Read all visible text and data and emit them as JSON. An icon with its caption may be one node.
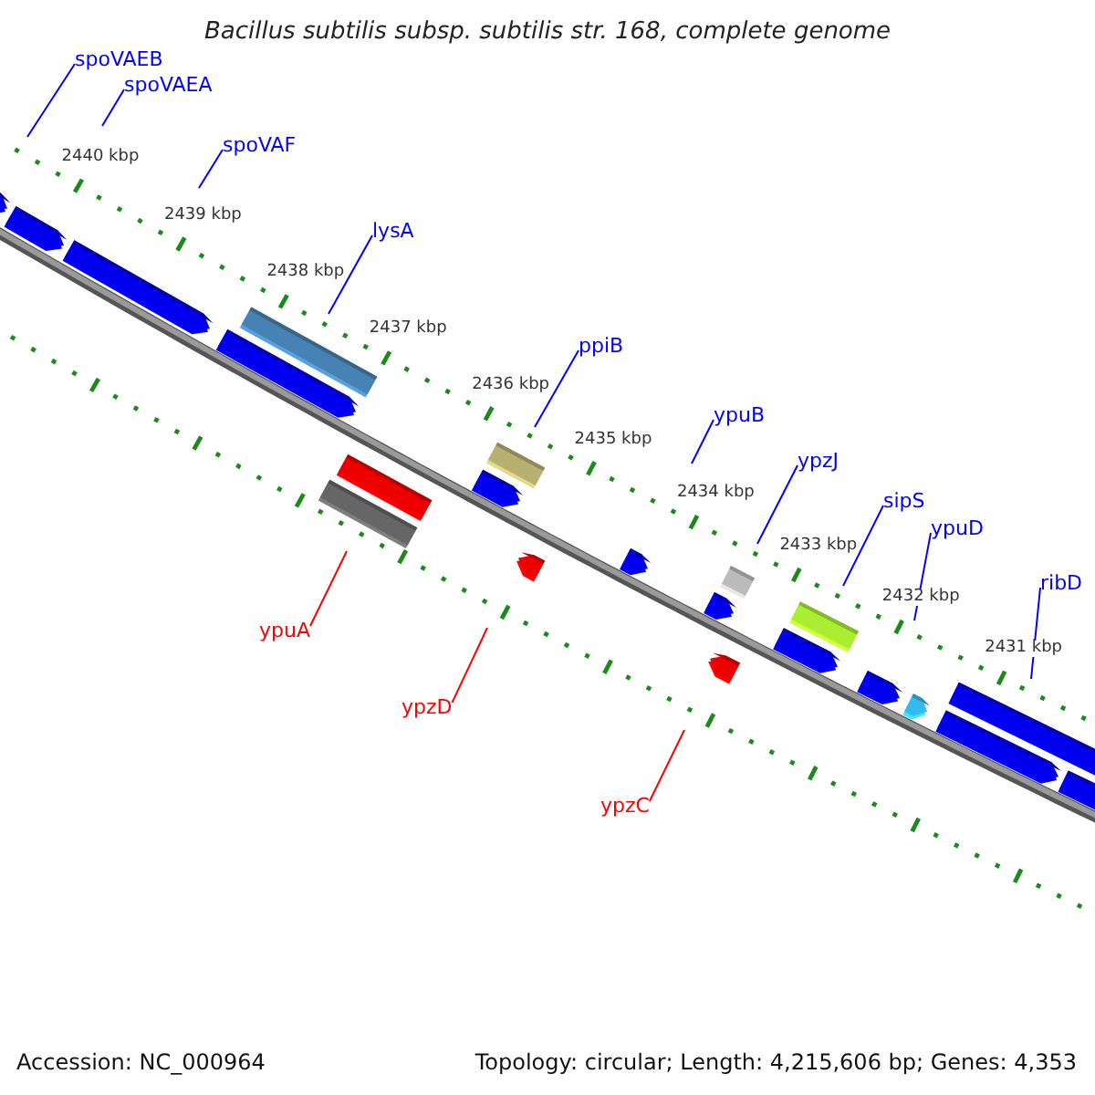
{
  "diagram": {
    "title": "Bacillus subtilis subsp. subtilis str. 168, complete genome",
    "nodes": [
      {
        "text": [
          "spoVAEB"
        ]
      },
      {
        "text": [
          "spoVAEA"
        ]
      },
      {
        "text": [
          "spoVAF"
        ]
      },
      {
        "text": [
          "lysA"
        ]
      },
      {
        "text": [
          "ppiB"
        ]
      },
      {
        "text": [
          "ypuB"
        ]
      },
      {
        "text": [
          "ypzJ"
        ]
      },
      {
        "text": [
          "sipS"
        ]
      },
      {
        "text": [
          "ypuD"
        ]
      },
      {
        "text": [
          "ribD"
        ]
      },
      {
        "text": [
          "ypuA"
        ]
      },
      {
        "text": [
          "ypzD"
        ]
      },
      {
        "text": [
          "ypzC"
        ]
      }
    ],
    "edges": [
      {
        "from": 0,
        "to": null,
        "arrow": "none"
      },
      {
        "from": 1,
        "to": null,
        "arrow": "none"
      },
      {
        "from": 2,
        "to": null,
        "arrow": "none"
      },
      {
        "from": 3,
        "to": null,
        "arrow": "none"
      },
      {
        "from": 4,
        "to": null,
        "arrow": "none"
      },
      {
        "from": 5,
        "to": null,
        "arrow": "none"
      },
      {
        "from": 6,
        "to": null,
        "arrow": "none"
      },
      {
        "from": 7,
        "to": null,
        "arrow": "none"
      },
      {
        "from": 8,
        "to": null,
        "arrow": "none"
      },
      {
        "from": 9,
        "to": null,
        "arrow": "none"
      },
      {
        "from": 10,
        "to": null,
        "arrow": "none",
        "color": "#ff0000"
      },
      {
        "from": 11,
        "to": null,
        "arrow": "none",
        "color": "#ff0000"
      },
      {
        "from": 12,
        "to": null,
        "arrow": "none",
        "color": "#ff0000"
      }
    ],
    "labels": [
      "2440 kbp",
      "2439 kbp",
      "2438 kbp",
      "2437 kbp",
      "2436 kbp",
      "2435 kbp",
      "2434 kbp",
      "2433 kbp",
      "2432 kbp",
      "2431 kbp",
      "Accession: NC_000964",
      "Topology: circular; Length: 4,215,606 bp; Genes: 4,353"
    ]
  }
}
